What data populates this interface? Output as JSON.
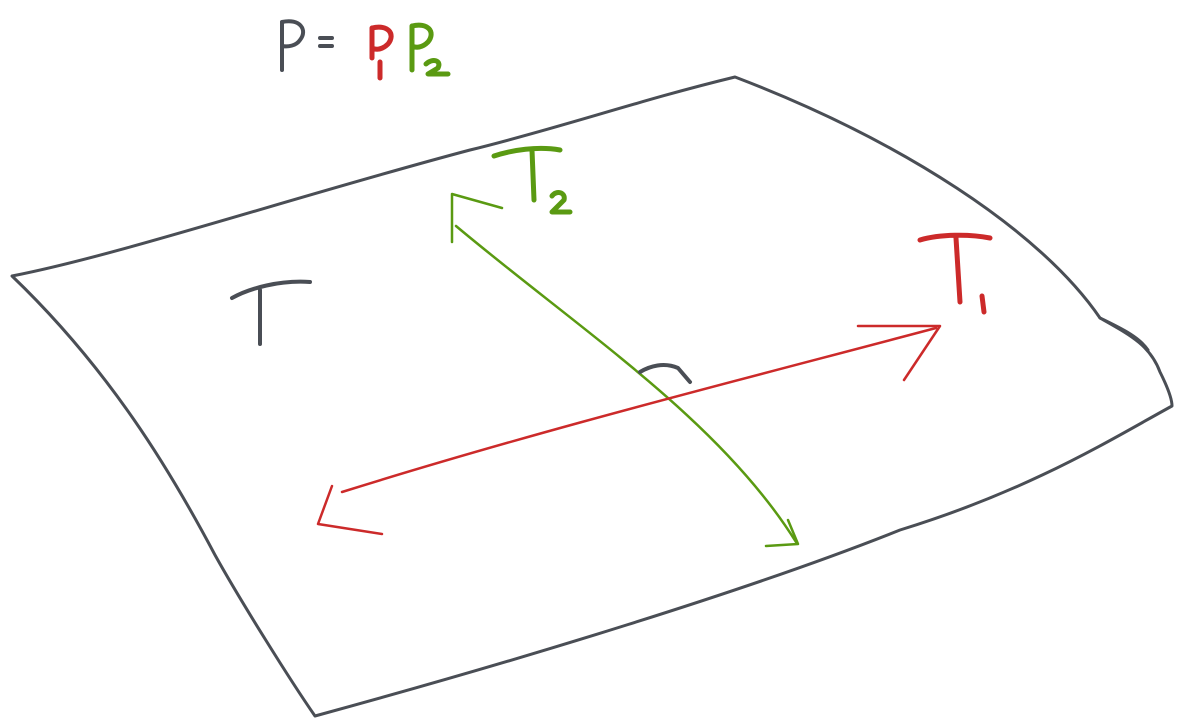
{
  "colors": {
    "ink_gray": "#4a4e55",
    "ink_red": "#cc2a2a",
    "ink_green": "#5a9a12",
    "background": "#ffffff"
  },
  "formula": {
    "lhs": "P",
    "equals": "=",
    "p1": "P",
    "p1_sub": "1",
    "p2": "P",
    "p2_sub": "2"
  },
  "labels": {
    "surface": "T",
    "t1": "T",
    "t1_sub": "1",
    "t2": "T",
    "t2_sub": "2"
  },
  "icons": {
    "right_angle": "right-angle-mark"
  }
}
